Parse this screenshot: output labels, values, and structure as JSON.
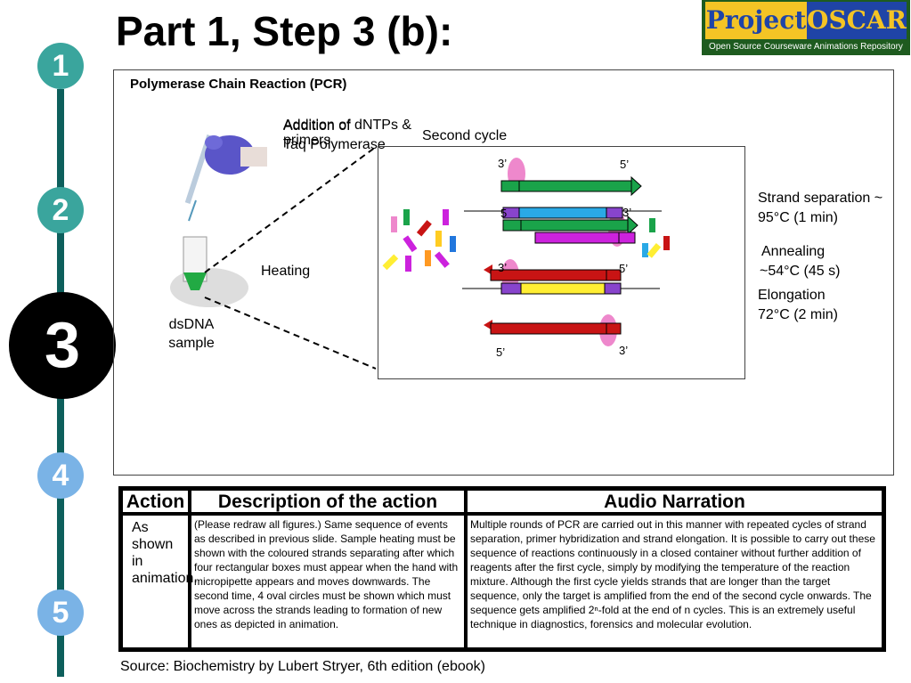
{
  "title": "Part 1, Step 3 (b):",
  "logo": {
    "word1": "Project",
    "word2": "OSCAR",
    "subtitle": "Open Source Courseware Animations Repository"
  },
  "steps": [
    "1",
    "2",
    "3",
    "4",
    "5"
  ],
  "active_step": "3",
  "panel": {
    "title": "Polymerase Chain Reaction (PCR)",
    "addition_primers": "Addition of primers",
    "addition_dntps": "Addition of dNTPs & Taq Polymerase",
    "second_cycle": "Second cycle",
    "heating": "Heating",
    "sample": "dsDNA sample",
    "strand_separation_line1": "Strand separation ~",
    "strand_separation_line2": "95°C (1 min)",
    "annealing_line1": "Annealing",
    "annealing_line2": "~54°C (45 s)",
    "elongation_line1": "Elongation",
    "elongation_line2": "72°C (2 min)",
    "end_labels": {
      "a3": "3’",
      "a5": "5’",
      "b5": "5",
      "b3": "3’",
      "c3": "3’",
      "c5": "5’",
      "d5": "5’",
      "d3": "3’"
    }
  },
  "table": {
    "headers": [
      "Action",
      "Description of the action",
      "Audio Narration"
    ],
    "action_text": "As shown in animation.",
    "description_text": "(Please redraw all figures.) Same sequence of events as described in previous slide. Sample heating must be shown with the coloured strands separating after which four rectangular boxes must appear when the hand with micropipette appears and moves downwards. The second time, 4 oval circles must be shown which must move across the strands leading to formation of new ones as depicted in animation.",
    "narration_text": "Multiple rounds of PCR are carried out in this manner with repeated cycles of strand separation, primer hybridization and strand elongation. It is possible to carry out these sequence of reactions continuously in a closed container without further addition of reagents after the first cycle, simply by modifying the temperature of the reaction mixture. Although the first cycle yields strands that are longer than the target sequence, only the target is amplified from the end of the second cycle onwards. The sequence gets amplified 2ⁿ-fold at the end of n cycles. This is an extremely useful technique in diagnostics, forensics and molecular evolution."
  },
  "source": "Source: Biochemistry by Lubert Stryer, 6th edition (ebook)",
  "colors": {
    "rail": "#0d5f5c",
    "step_teal": "#3aa59d",
    "step_blue": "#7ab3e6",
    "green_strand": "#1aa34a",
    "red_strand": "#c81414",
    "blue_strand": "#2aa9e6",
    "magenta_strand": "#cc22dd",
    "yellow_strand": "#ffee33",
    "primer_pink": "#ee88cc"
  }
}
